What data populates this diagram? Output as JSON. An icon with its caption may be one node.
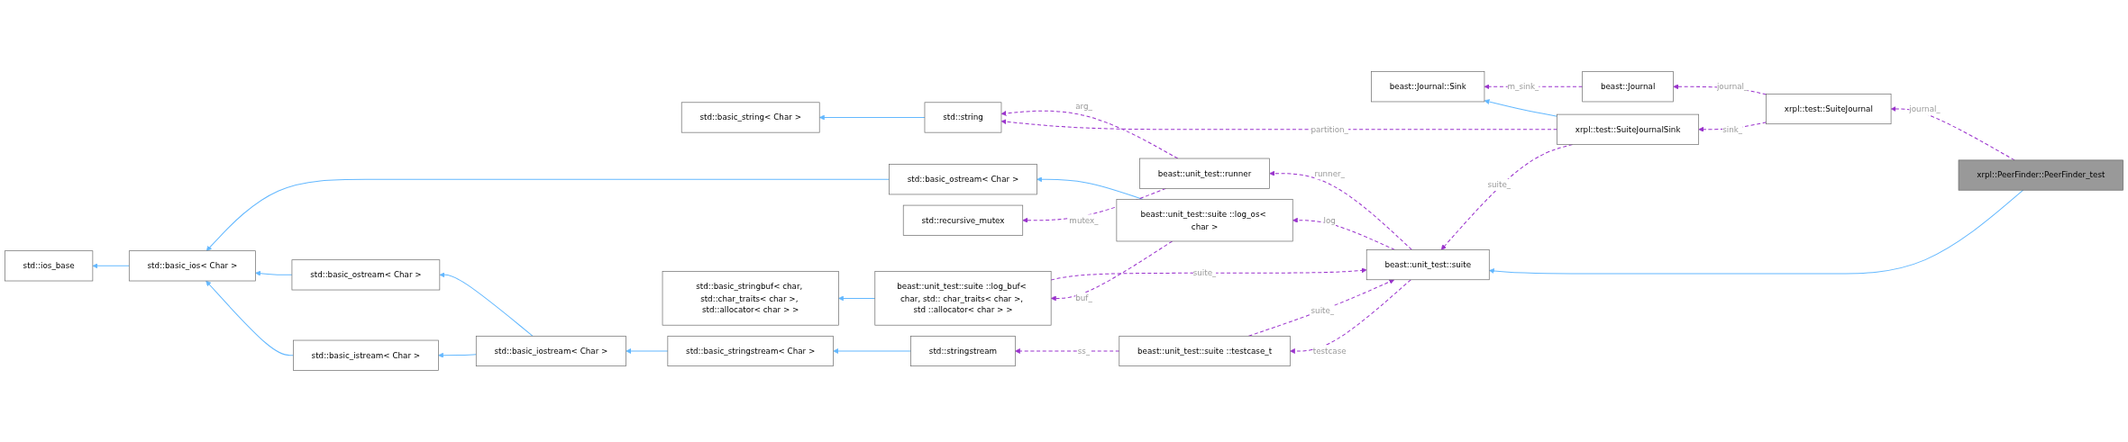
{
  "diagram": {
    "nodes": [
      {
        "text": [
          "std::ios_base"
        ]
      },
      {
        "text": [
          "std::basic_ios< Char >"
        ]
      },
      {
        "text": [
          "std::basic_string< Char >"
        ]
      },
      {
        "text": [
          "std::basic_istream< Char >"
        ]
      },
      {
        "text": [
          "std::basic_ostream< Char >"
        ]
      },
      {
        "text": [
          "std::basic_ostream< Char >"
        ]
      },
      {
        "text": [
          "std::string"
        ]
      },
      {
        "text": [
          "std::recursive_mutex"
        ]
      },
      {
        "text": [
          "std::basic_iostream< Char >"
        ]
      },
      {
        "text": [
          "beast::unit_test::runner"
        ]
      },
      {
        "text": [
          "std::basic_stringstream< Char >"
        ]
      },
      {
        "text": [
          "beast::Journal::Sink"
        ]
      },
      {
        "text": [
          "beast::unit_test::suite"
        ]
      },
      {
        "text": [
          "std::stringstream"
        ]
      },
      {
        "text": [
          "std::basic_stringbuf< char, std::char_traits< char >, std::allocator< char > >"
        ]
      },
      {
        "text": [
          "beast::Journal"
        ]
      },
      {
        "text": [
          "xrpl::test::SuiteJournalSink"
        ]
      },
      {
        "text": [
          "beast::unit_test::suite ::testcase_t"
        ]
      },
      {
        "text": [
          "beast::unit_test::suite ::log_buf< char, std:: char_traits< char >, std ::allocator< char > >"
        ]
      },
      {
        "text": [
          "xrpl::test::SuiteJournal"
        ]
      },
      {
        "text": [
          "beast::unit_test::suite ::log_os< char >"
        ]
      },
      {
        "text": [
          "xrpl::PeerFinder::PeerFinder_test"
        ]
      }
    ],
    "edges": [
      {
        "from": 1,
        "to": 0,
        "arrow": "to",
        "color": "#63b8ff"
      },
      {
        "from": 3,
        "to": 1,
        "arrow": "to",
        "color": "#63b8ff"
      },
      {
        "from": 4,
        "to": 1,
        "arrow": "to",
        "color": "#63b8ff"
      },
      {
        "from": 5,
        "to": 1,
        "arrow": "to",
        "color": "#63b8ff"
      },
      {
        "from": 8,
        "to": 3,
        "arrow": "to",
        "color": "#63b8ff"
      },
      {
        "from": 8,
        "to": 4,
        "arrow": "to",
        "color": "#63b8ff"
      },
      {
        "from": 10,
        "to": 8,
        "arrow": "to",
        "color": "#63b8ff"
      },
      {
        "from": 13,
        "to": 10,
        "arrow": "to",
        "color": "#63b8ff"
      },
      {
        "from": 6,
        "to": 2,
        "arrow": "to",
        "color": "#63b8ff"
      },
      {
        "from": 18,
        "to": 14,
        "arrow": "to",
        "color": "#63b8ff"
      },
      {
        "from": 20,
        "to": 5,
        "arrow": "to",
        "color": "#63b8ff"
      },
      {
        "from": 16,
        "to": 11,
        "arrow": "to",
        "color": "#63b8ff"
      },
      {
        "from": 21,
        "to": 12,
        "arrow": "to",
        "color": "#63b8ff"
      },
      {
        "from": 15,
        "to": 11,
        "arrow": "to",
        "label": "m_sink_",
        "style": "dashed",
        "color": "#9a32cd"
      },
      {
        "from": 19,
        "to": 15,
        "arrow": "to",
        "label": "journal_",
        "style": "dashed",
        "color": "#9a32cd"
      },
      {
        "from": 19,
        "to": 16,
        "arrow": "to",
        "label": "sink_",
        "style": "dashed",
        "color": "#9a32cd"
      },
      {
        "from": 21,
        "to": 19,
        "arrow": "to",
        "label": "journal_",
        "style": "dashed",
        "color": "#9a32cd"
      },
      {
        "from": 16,
        "to": 6,
        "arrow": "to",
        "label": "partition_",
        "style": "dashed",
        "color": "#9a32cd"
      },
      {
        "from": 16,
        "to": 12,
        "arrow": "to",
        "label": "suite_",
        "style": "dashed",
        "color": "#9a32cd"
      },
      {
        "from": 9,
        "to": 6,
        "arrow": "to",
        "label": "arg_",
        "style": "dashed",
        "color": "#9a32cd"
      },
      {
        "from": 9,
        "to": 7,
        "arrow": "to",
        "label": "mutex_",
        "style": "dashed",
        "color": "#9a32cd"
      },
      {
        "from": 12,
        "to": 9,
        "arrow": "to",
        "label": "runner_",
        "style": "dashed",
        "color": "#9a32cd"
      },
      {
        "from": 12,
        "to": 17,
        "arrow": "to",
        "label": "testcase",
        "style": "dashed",
        "color": "#9a32cd"
      },
      {
        "from": 17,
        "to": 12,
        "arrow": "to",
        "label": "suite_",
        "style": "dashed",
        "color": "#9a32cd"
      },
      {
        "from": 17,
        "to": 13,
        "arrow": "to",
        "label": "ss_",
        "style": "dashed",
        "color": "#9a32cd"
      },
      {
        "from": 18,
        "to": 12,
        "arrow": "to",
        "label": "suite_",
        "style": "dashed",
        "color": "#9a32cd"
      },
      {
        "from": 12,
        "to": 20,
        "arrow": "to",
        "label": "log",
        "style": "dashed",
        "color": "#9a32cd"
      },
      {
        "from": 20,
        "to": 18,
        "arrow": "to",
        "label": "buf_",
        "style": "dashed",
        "color": "#9a32cd"
      }
    ]
  }
}
